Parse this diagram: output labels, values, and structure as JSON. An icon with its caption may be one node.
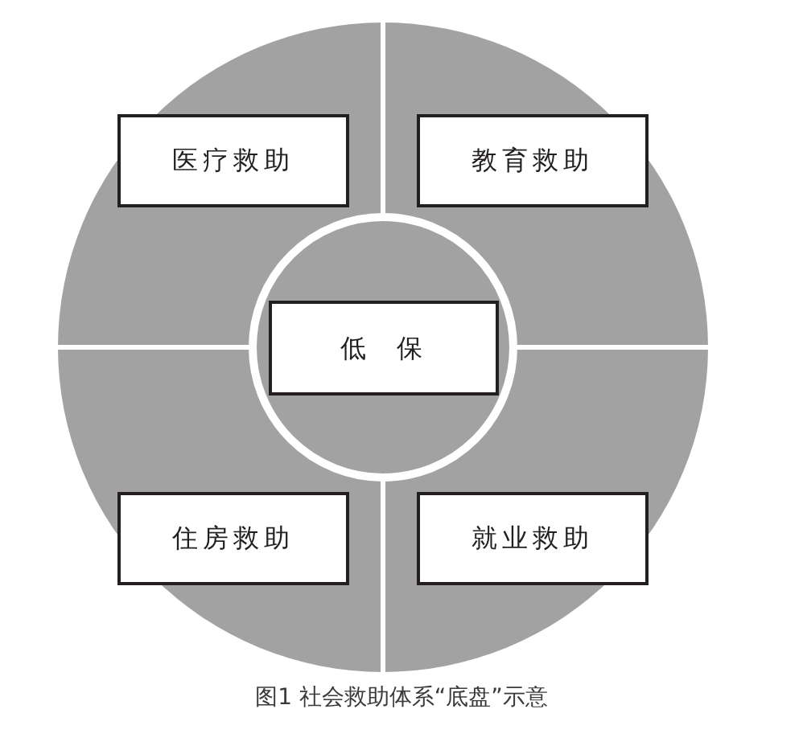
{
  "diagram": {
    "caption": "图1 社会救助体系“底盘”示意",
    "nodes": [
      {
        "text": [
          "医疗救助"
        ]
      },
      {
        "text": [
          "教育救助"
        ]
      },
      {
        "text": [
          "低 保"
        ]
      },
      {
        "text": [
          "住房救助"
        ]
      },
      {
        "text": [
          "就业救助"
        ]
      }
    ]
  }
}
